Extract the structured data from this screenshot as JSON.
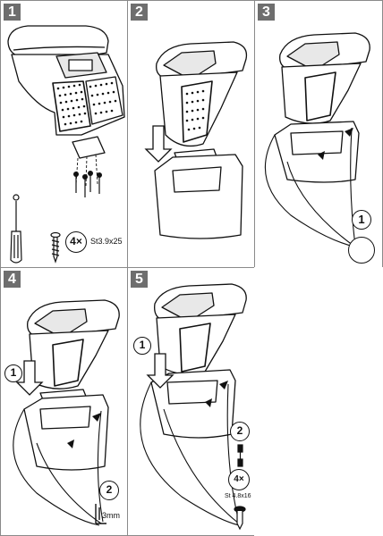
{
  "steps": [
    {
      "number": "1"
    },
    {
      "number": "2"
    },
    {
      "number": "3"
    },
    {
      "number": "4"
    },
    {
      "number": "5"
    }
  ],
  "step1": {
    "screw_count": "4×",
    "screw_spec": "St3.9x25"
  },
  "step3": {
    "callout": "1"
  },
  "step4": {
    "callout_1": "1",
    "callout_2": "2",
    "gap": "3mm"
  },
  "step5": {
    "callout_1": "1",
    "callout_2": "2",
    "screw_count": "4×",
    "screw_spec": "St 4.8x16"
  }
}
